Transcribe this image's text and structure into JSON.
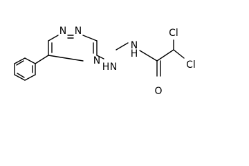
{
  "molecule": {
    "atoms": {
      "n1": "N",
      "n2": "N",
      "n4": "N",
      "nh1": "H",
      "nh1_n": "N",
      "nh2": "N",
      "nh2_h": "H",
      "o": "O",
      "cl1": "Cl",
      "cl2": "Cl"
    },
    "colors": {
      "bond": "#000000",
      "text": "#000000",
      "background": "#ffffff"
    }
  }
}
